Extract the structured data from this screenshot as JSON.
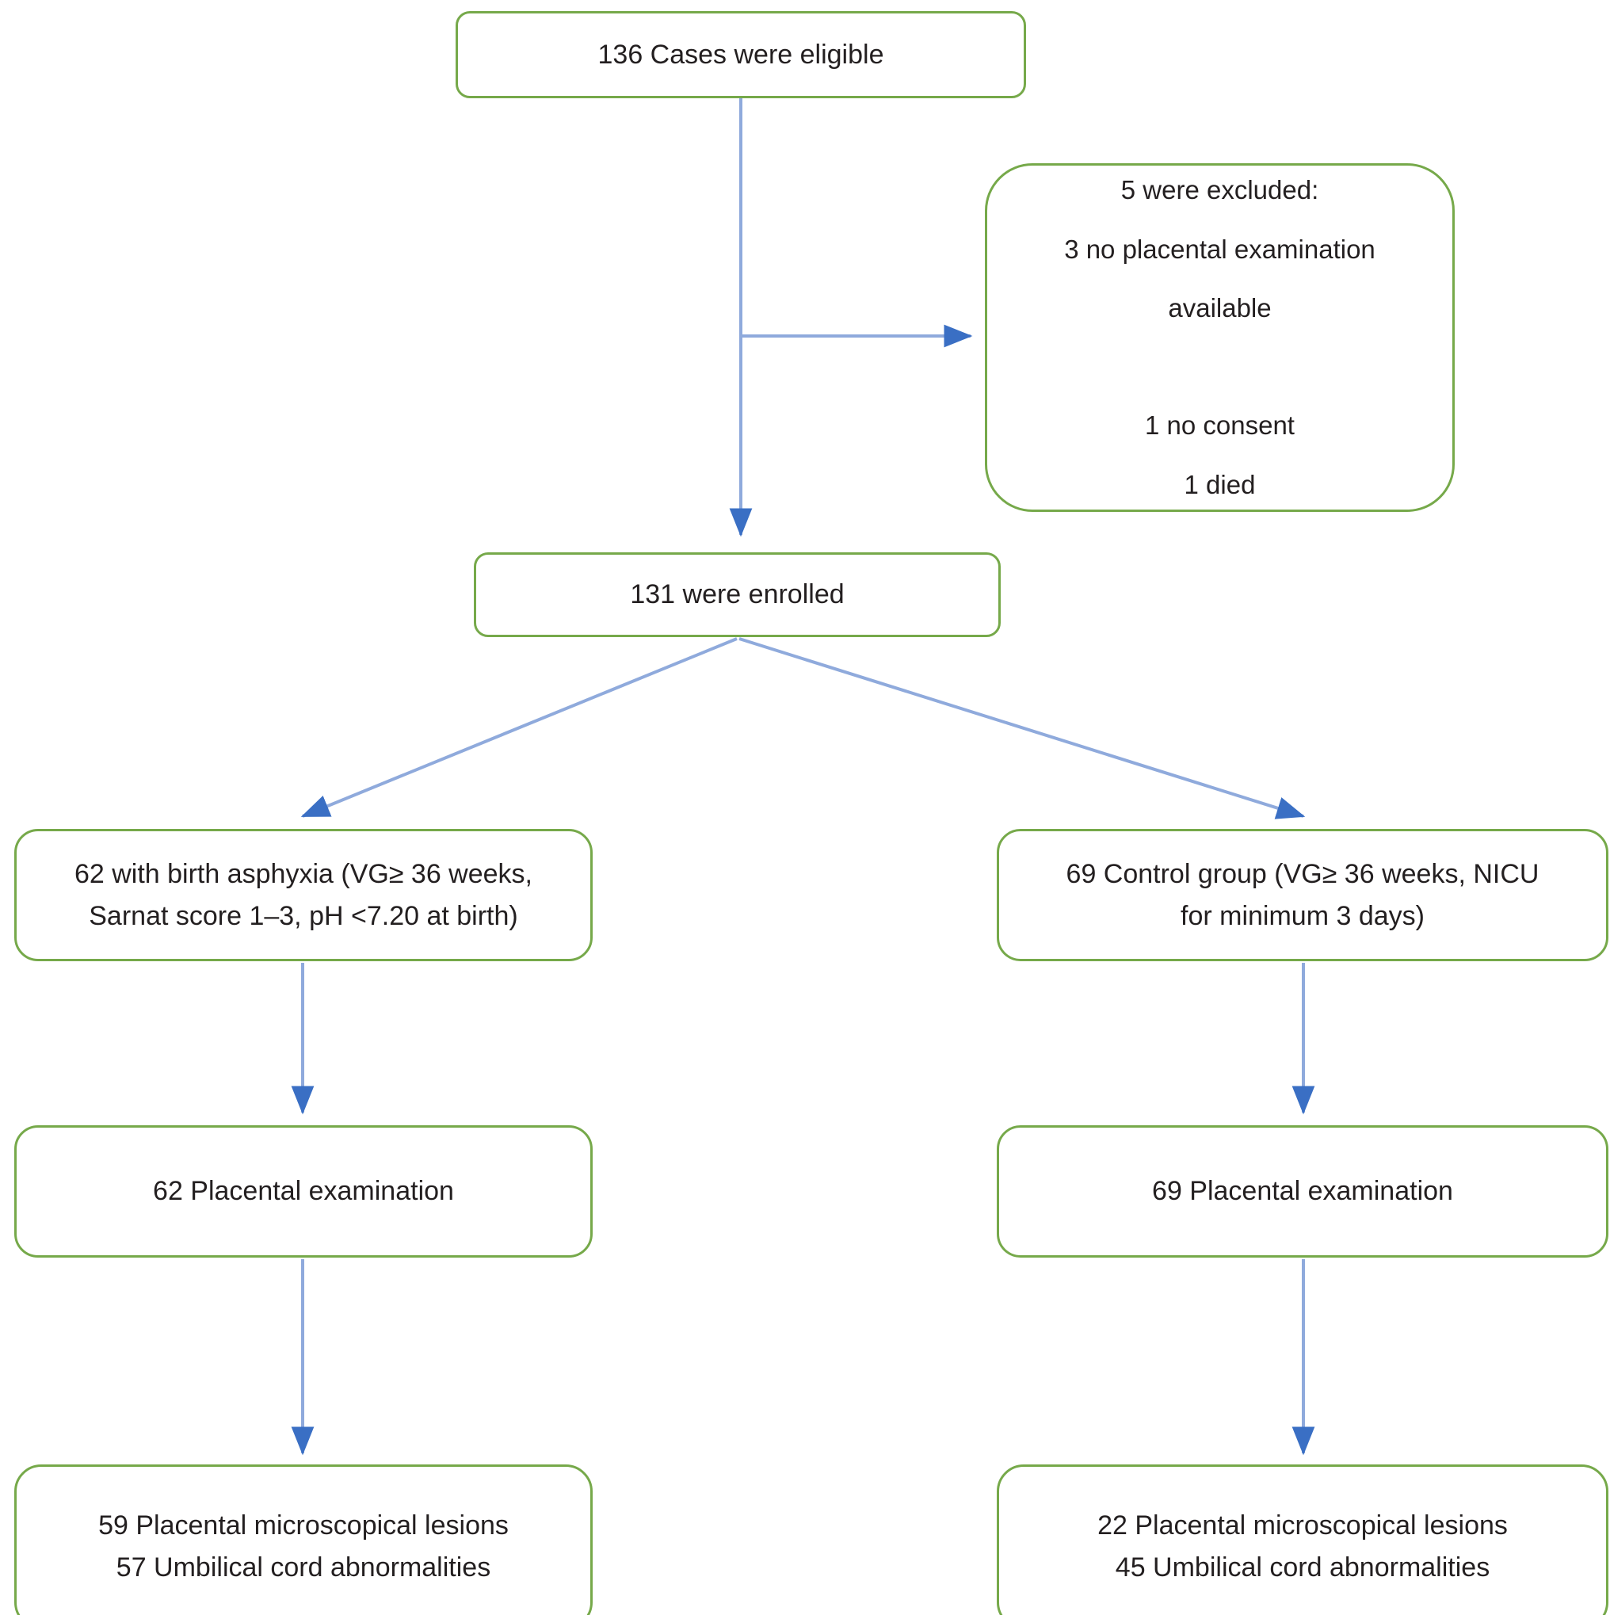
{
  "diagram": {
    "type": "flowchart",
    "title": "Study enrollment flow diagram",
    "colors": {
      "node_border": "#76a94a",
      "node_fill": "#ffffff",
      "connector_line": "#8faadc",
      "arrow_head": "#3a6fc4",
      "text": "#231f20"
    },
    "nodes": [
      {
        "id": "eligible",
        "label": "136 Cases were eligible"
      },
      {
        "id": "excluded",
        "label": "5 were excluded:\n3 no placental examination\navailable\n\n1 no consent\n1 died"
      },
      {
        "id": "enrolled",
        "label": "131 were enrolled"
      },
      {
        "id": "asphyxia",
        "label": "62 with birth asphyxia (VG≥ 36 weeks,\nSarnat score 1–3, pH <7.20 at birth)"
      },
      {
        "id": "control",
        "label": "69 Control group (VG≥ 36 weeks, NICU\nfor minimum 3 days)"
      },
      {
        "id": "exam_left",
        "label": "62 Placental examination"
      },
      {
        "id": "exam_right",
        "label": "69 Placental examination"
      },
      {
        "id": "result_left",
        "label": "59 Placental microscopical lesions\n57 Umbilical cord abnormalities"
      },
      {
        "id": "result_right",
        "label": "22 Placental microscopical lesions\n45 Umbilical cord abnormalities"
      }
    ],
    "edges": [
      {
        "id": "eligible-to-enrolled",
        "from": "eligible",
        "to": "enrolled",
        "style": "vertical-arrow"
      },
      {
        "id": "eligible-to-excluded",
        "from": "eligible",
        "to": "excluded",
        "style": "horizontal-arrow"
      },
      {
        "id": "enrolled-to-asphyxia",
        "from": "enrolled",
        "to": "asphyxia",
        "style": "diagonal-arrow"
      },
      {
        "id": "enrolled-to-control",
        "from": "enrolled",
        "to": "control",
        "style": "diagonal-arrow"
      },
      {
        "id": "asphyxia-to-exam-left",
        "from": "asphyxia",
        "to": "exam_left",
        "style": "vertical-arrow"
      },
      {
        "id": "control-to-exam-right",
        "from": "control",
        "to": "exam_right",
        "style": "vertical-arrow"
      },
      {
        "id": "exam-left-to-result-left",
        "from": "exam_left",
        "to": "result_left",
        "style": "vertical-arrow"
      },
      {
        "id": "exam-right-to-result-right",
        "from": "exam_right",
        "to": "result_right",
        "style": "vertical-arrow"
      }
    ]
  }
}
